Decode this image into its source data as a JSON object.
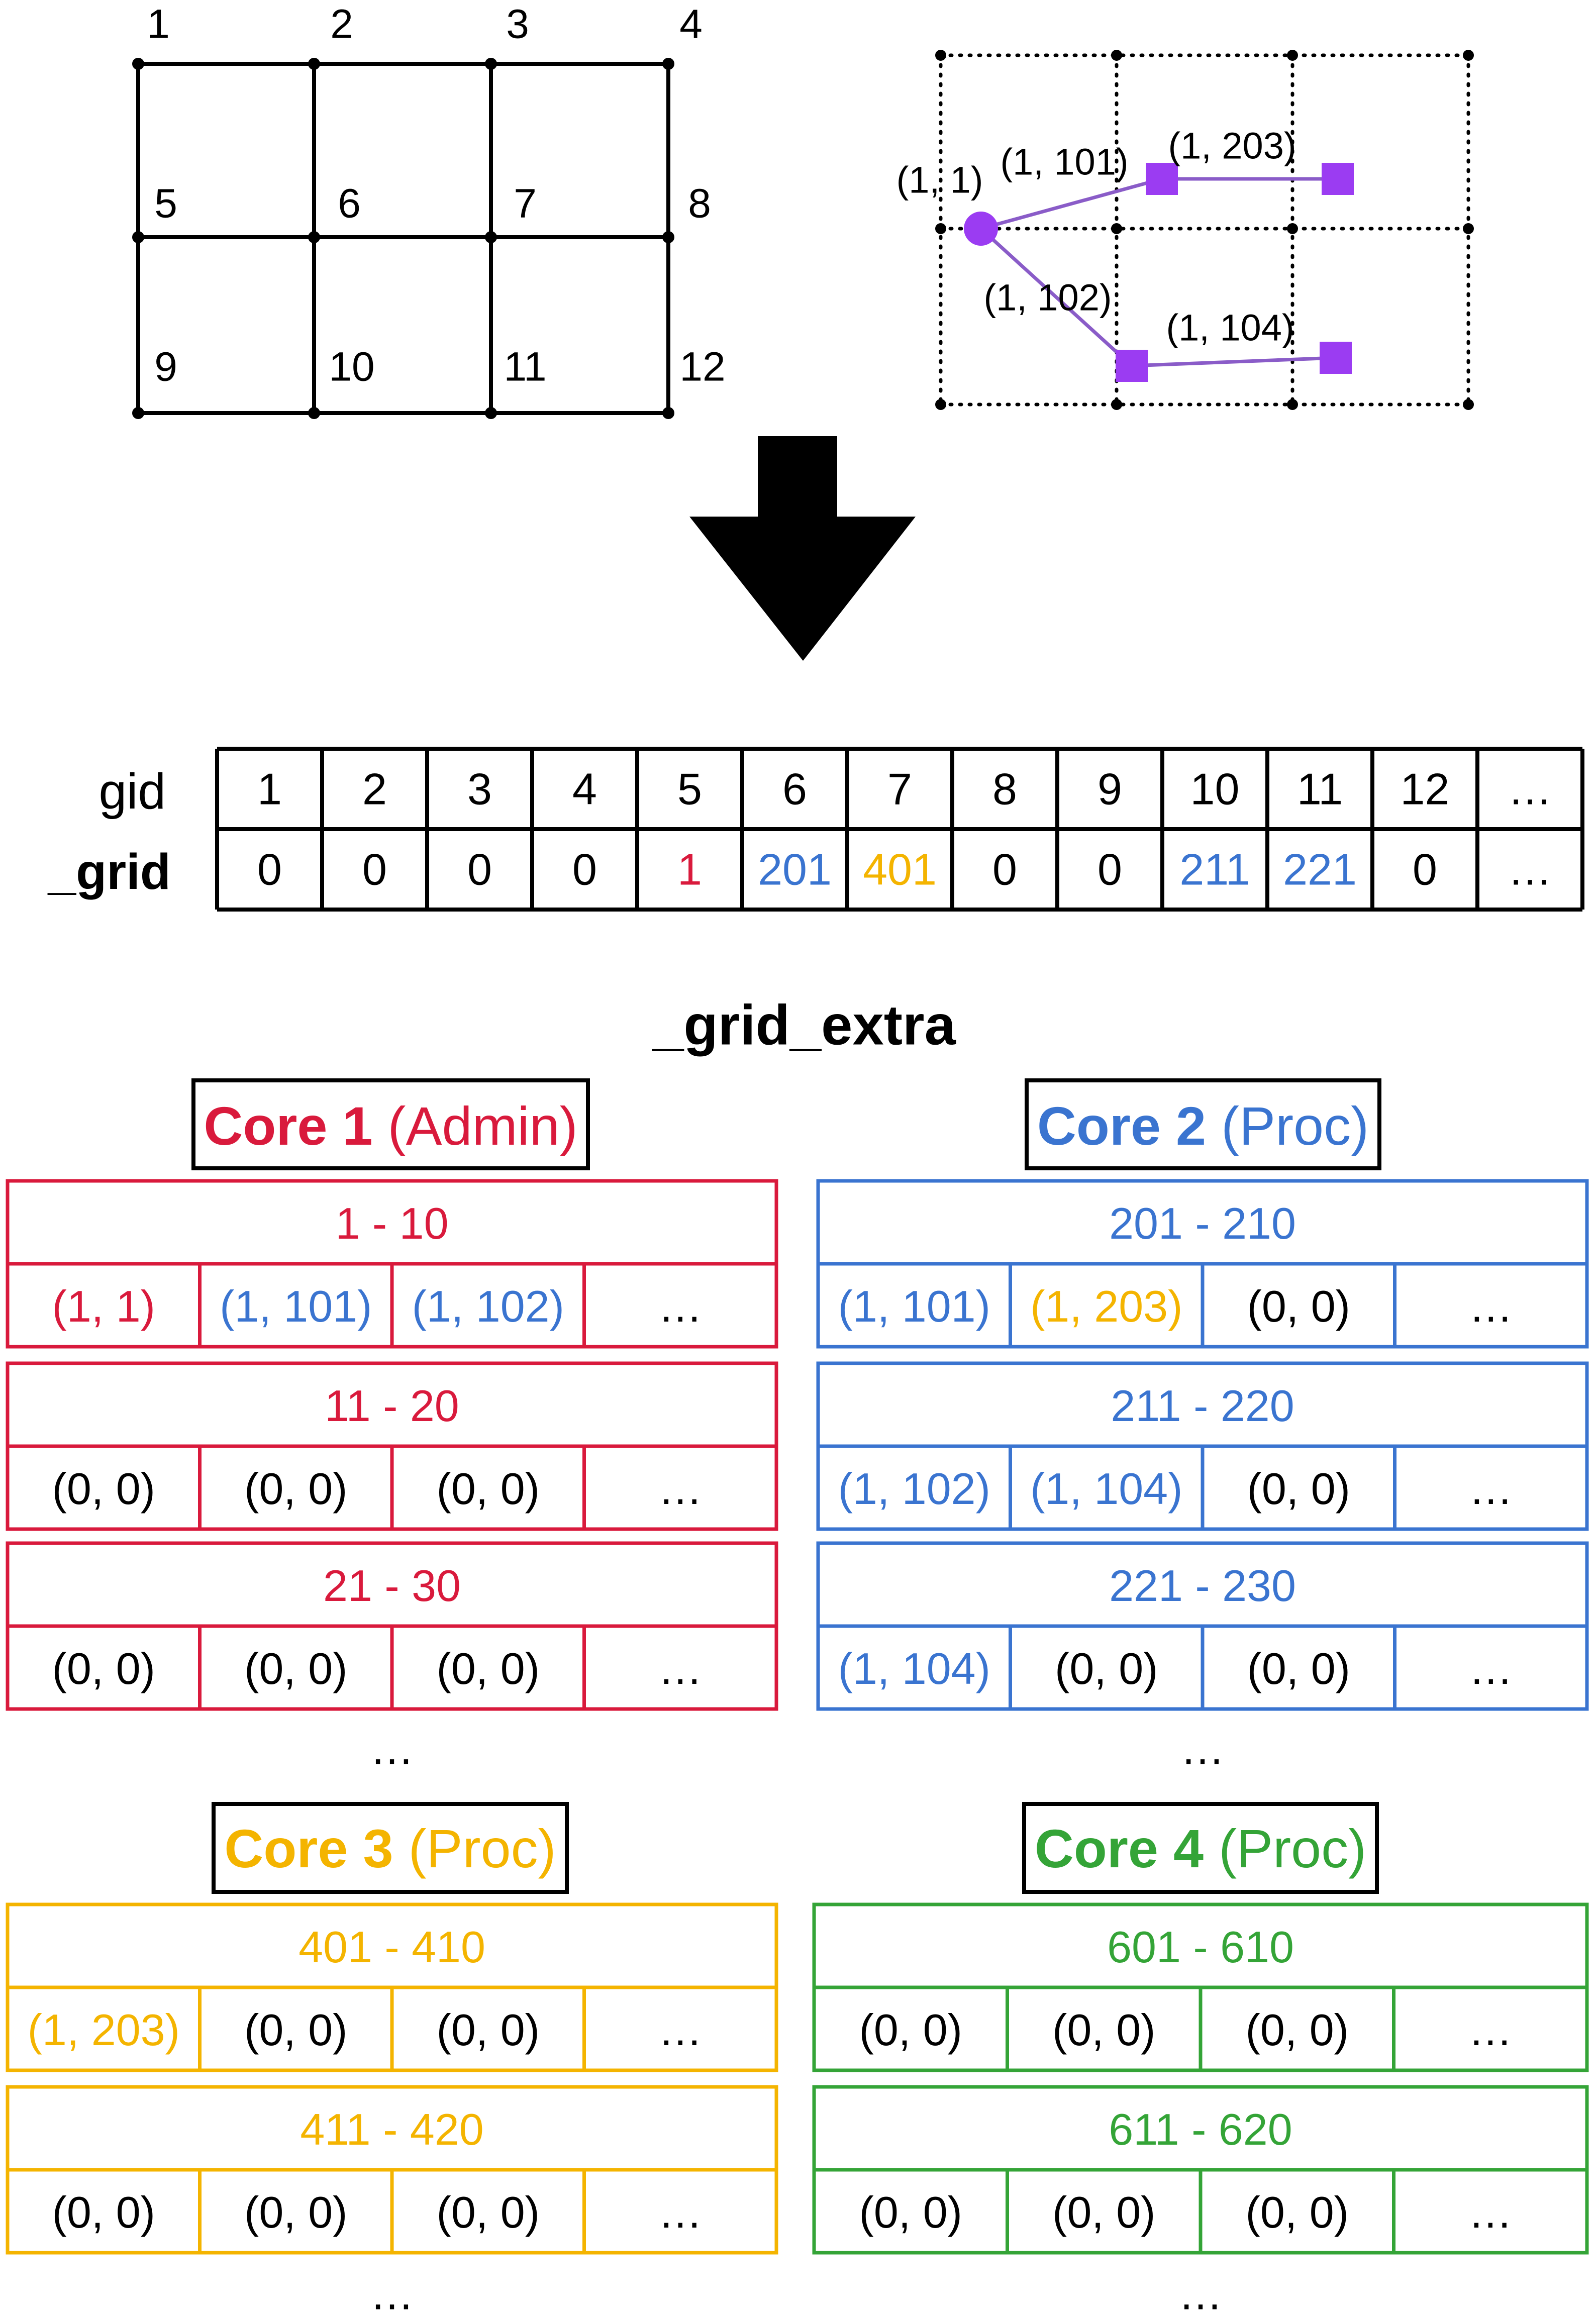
{
  "colors": {
    "red": "#D91A3C",
    "blue": "#3A74D0",
    "yellow": "#F4B400",
    "green": "#34A437",
    "purple": "#9B3CF2",
    "purple_line": "#8A5CC8",
    "black": "#000000"
  },
  "grid_numbers": [
    "1",
    "2",
    "3",
    "4",
    "5",
    "6",
    "7",
    "8",
    "9",
    "10",
    "11",
    "12"
  ],
  "graph": {
    "node_label": "(1, 1)",
    "edges": [
      {
        "label": "(1, 101)"
      },
      {
        "label": "(1, 203)"
      },
      {
        "label": "(1, 102)"
      },
      {
        "label": "(1, 104)"
      }
    ]
  },
  "arrow_icon": "down-arrow-icon",
  "table": {
    "row1_label": "gid",
    "row2_label": "_grid",
    "gid": [
      "1",
      "2",
      "3",
      "4",
      "5",
      "6",
      "7",
      "8",
      "9",
      "10",
      "11",
      "12",
      "…"
    ],
    "grid": [
      {
        "v": "0",
        "c": "black"
      },
      {
        "v": "0",
        "c": "black"
      },
      {
        "v": "0",
        "c": "black"
      },
      {
        "v": "0",
        "c": "black"
      },
      {
        "v": "1",
        "c": "red"
      },
      {
        "v": "201",
        "c": "blue"
      },
      {
        "v": "401",
        "c": "yellow"
      },
      {
        "v": "0",
        "c": "black"
      },
      {
        "v": "0",
        "c": "black"
      },
      {
        "v": "211",
        "c": "blue"
      },
      {
        "v": "221",
        "c": "blue"
      },
      {
        "v": "0",
        "c": "black"
      },
      {
        "v": "…",
        "c": "black"
      }
    ]
  },
  "extra_title": "_grid_extra",
  "cores": [
    {
      "name": "Core 1",
      "role": "(Admin)",
      "color": "red",
      "blocks": [
        {
          "range": "1 - 10",
          "cells": [
            {
              "v": "(1, 1)",
              "c": "red"
            },
            {
              "v": "(1, 101)",
              "c": "blue"
            },
            {
              "v": "(1, 102)",
              "c": "blue"
            },
            {
              "v": "…",
              "c": "black"
            }
          ]
        },
        {
          "range": "11 - 20",
          "cells": [
            {
              "v": "(0, 0)",
              "c": "black"
            },
            {
              "v": "(0, 0)",
              "c": "black"
            },
            {
              "v": "(0, 0)",
              "c": "black"
            },
            {
              "v": "…",
              "c": "black"
            }
          ]
        },
        {
          "range": "21 - 30",
          "cells": [
            {
              "v": "(0, 0)",
              "c": "black"
            },
            {
              "v": "(0, 0)",
              "c": "black"
            },
            {
              "v": "(0, 0)",
              "c": "black"
            },
            {
              "v": "…",
              "c": "black"
            }
          ]
        }
      ],
      "ellipsis": "…"
    },
    {
      "name": "Core 2",
      "role": "(Proc)",
      "color": "blue",
      "blocks": [
        {
          "range": "201 - 210",
          "cells": [
            {
              "v": "(1, 101)",
              "c": "blue"
            },
            {
              "v": "(1, 203)",
              "c": "yellow"
            },
            {
              "v": "(0, 0)",
              "c": "black"
            },
            {
              "v": "…",
              "c": "black"
            }
          ]
        },
        {
          "range": "211 - 220",
          "cells": [
            {
              "v": "(1, 102)",
              "c": "blue"
            },
            {
              "v": "(1, 104)",
              "c": "blue"
            },
            {
              "v": "(0, 0)",
              "c": "black"
            },
            {
              "v": "…",
              "c": "black"
            }
          ]
        },
        {
          "range": "221 - 230",
          "cells": [
            {
              "v": "(1, 104)",
              "c": "blue"
            },
            {
              "v": "(0, 0)",
              "c": "black"
            },
            {
              "v": "(0, 0)",
              "c": "black"
            },
            {
              "v": "…",
              "c": "black"
            }
          ]
        }
      ],
      "ellipsis": "…"
    },
    {
      "name": "Core 3",
      "role": "(Proc)",
      "color": "yellow",
      "blocks": [
        {
          "range": "401 - 410",
          "cells": [
            {
              "v": "(1, 203)",
              "c": "yellow"
            },
            {
              "v": "(0, 0)",
              "c": "black"
            },
            {
              "v": "(0, 0)",
              "c": "black"
            },
            {
              "v": "…",
              "c": "black"
            }
          ]
        },
        {
          "range": "411 - 420",
          "cells": [
            {
              "v": "(0, 0)",
              "c": "black"
            },
            {
              "v": "(0, 0)",
              "c": "black"
            },
            {
              "v": "(0, 0)",
              "c": "black"
            },
            {
              "v": "…",
              "c": "black"
            }
          ]
        }
      ],
      "ellipsis": "…"
    },
    {
      "name": "Core 4",
      "role": "(Proc)",
      "color": "green",
      "blocks": [
        {
          "range": "601 - 610",
          "cells": [
            {
              "v": "(0, 0)",
              "c": "black"
            },
            {
              "v": "(0, 0)",
              "c": "black"
            },
            {
              "v": "(0, 0)",
              "c": "black"
            },
            {
              "v": "…",
              "c": "black"
            }
          ]
        },
        {
          "range": "611 - 620",
          "cells": [
            {
              "v": "(0, 0)",
              "c": "black"
            },
            {
              "v": "(0, 0)",
              "c": "black"
            },
            {
              "v": "(0, 0)",
              "c": "black"
            },
            {
              "v": "…",
              "c": "black"
            }
          ]
        }
      ],
      "ellipsis": "…"
    }
  ]
}
